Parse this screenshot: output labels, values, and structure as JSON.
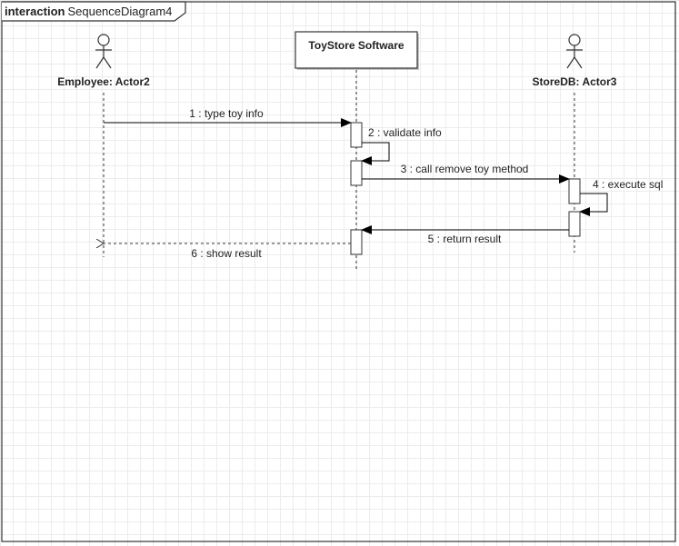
{
  "frame": {
    "keyword": "interaction",
    "name": "SequenceDiagram4"
  },
  "lifelines": {
    "employee": {
      "label": "Employee: Actor2",
      "kind": "actor"
    },
    "software": {
      "label": "ToyStore Software",
      "kind": "object"
    },
    "storedb": {
      "label": "StoreDB: Actor3",
      "kind": "actor"
    }
  },
  "messages": [
    {
      "label": "1 : type toy info",
      "from": "employee",
      "to": "software",
      "style": "sync"
    },
    {
      "label": "2 : validate info",
      "from": "software",
      "to": "software",
      "style": "self"
    },
    {
      "label": "3 : call remove toy method",
      "from": "software",
      "to": "storedb",
      "style": "sync"
    },
    {
      "label": "4 : execute sql",
      "from": "storedb",
      "to": "storedb",
      "style": "self"
    },
    {
      "label": "5 : return result",
      "from": "storedb",
      "to": "software",
      "style": "sync"
    },
    {
      "label": "6 : show result",
      "from": "software",
      "to": "employee",
      "style": "return"
    }
  ]
}
